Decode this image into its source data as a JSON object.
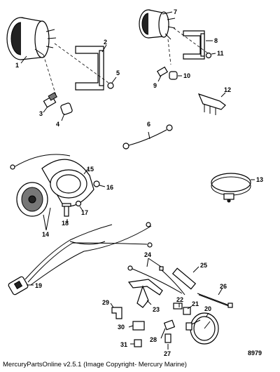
{
  "diagram": {
    "callouts": [
      "1",
      "2",
      "3",
      "4",
      "5",
      "6",
      "7",
      "8",
      "9",
      "10",
      "11",
      "12",
      "13",
      "14",
      "15",
      "16",
      "17",
      "18",
      "19",
      "20",
      "21",
      "22",
      "23",
      "24",
      "25",
      "26",
      "27",
      "28",
      "29",
      "30",
      "31"
    ],
    "figure_number": "8979"
  },
  "footer": {
    "text": "MercuryPartsOnline v2.5.1 (Image Copyright- Mercury Marine)"
  }
}
